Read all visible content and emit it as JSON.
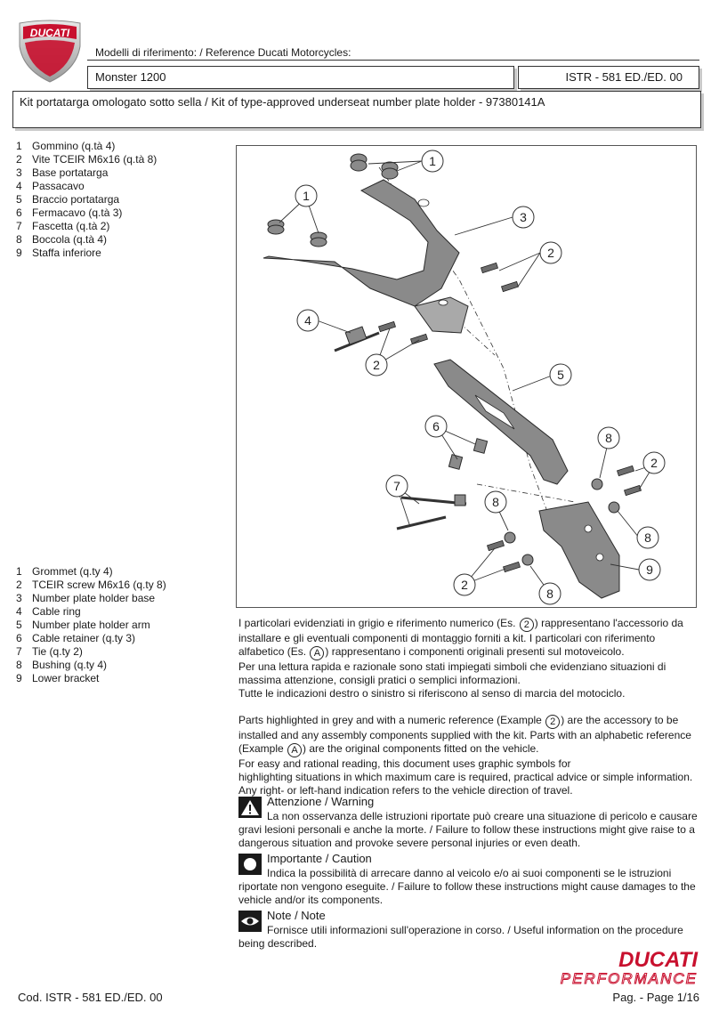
{
  "header": {
    "logo_text": "DUCATI",
    "reference_label": "Modelli di riferimento: / Reference Ducati Motorcycles:",
    "model": "Monster 1200",
    "istr": "ISTR - 581 ED./ED. 00",
    "kit_title": "Kit portatarga omologato sotto sella / Kit of type-approved underseat number plate holder  - 97380141A"
  },
  "parts_it": [
    {
      "n": "1",
      "label": "Gommino (q.tà 4)"
    },
    {
      "n": "2",
      "label": "Vite TCEIR M6x16 (q.tà 8)"
    },
    {
      "n": "3",
      "label": "Base portatarga"
    },
    {
      "n": "4",
      "label": "Passacavo"
    },
    {
      "n": "5",
      "label": "Braccio portatarga"
    },
    {
      "n": "6",
      "label": "Fermacavo (q.tà 3)"
    },
    {
      "n": "7",
      "label": "Fascetta (q.tà 2)"
    },
    {
      "n": "8",
      "label": "Boccola (q.tà 4)"
    },
    {
      "n": "9",
      "label": "Staffa inferiore"
    }
  ],
  "parts_en": [
    {
      "n": "1",
      "label": "Grommet (q.ty 4)"
    },
    {
      "n": "2",
      "label": "TCEIR screw M6x16 (q.ty 8)"
    },
    {
      "n": "3",
      "label": "Number plate holder base"
    },
    {
      "n": "4",
      "label": "Cable ring"
    },
    {
      "n": "5",
      "label": "Number plate holder arm"
    },
    {
      "n": "6",
      "label": "Cable retainer (q.ty 3)"
    },
    {
      "n": "7",
      "label": "Tie (q.ty 2)"
    },
    {
      "n": "8",
      "label": "Bushing (q.ty 4)"
    },
    {
      "n": "9",
      "label": "Lower bracket"
    }
  ],
  "figure": {
    "callouts": {
      "c1a": "1",
      "c1b": "1",
      "c3": "3",
      "c2a": "2",
      "c4": "4",
      "c2b": "2",
      "c5": "5",
      "c6": "6",
      "c8a": "8",
      "c2c": "2",
      "c7": "7",
      "c8b": "8",
      "c8c": "8",
      "c9": "9",
      "c2d": "2",
      "c8d": "8"
    }
  },
  "description": {
    "it_p1_a": "I particolari evidenziati in grigio e riferimento numerico (Es. ",
    "it_p1_num": "2",
    "it_p1_b": ") rappresentano l'accessorio da installare e gli eventuali componenti di montaggio forniti a kit. I particolari con riferimento alfabetico (Es. ",
    "it_p1_letter": "A",
    "it_p1_c": ") rappresentano i componenti originali presenti sul motoveicolo.",
    "it_p2": "Per una lettura rapida e razionale sono stati impiegati simboli che evidenziano situazioni di massima attenzione, consigli pratici o semplici informazioni.",
    "it_p3": "Tutte le indicazioni destro o sinistro si riferiscono al senso di marcia del motociclo.",
    "en_p1_a": "Parts highlighted in grey and with a numeric reference (Example ",
    "en_p1_num": "2",
    "en_p1_b": ") are the accessory to be installed and any assembly components supplied with the kit. Parts with an alphabetic reference (Example ",
    "en_p1_letter": "A",
    "en_p1_c": ") are the original components fitted on the vehicle.",
    "en_p2": "For easy and rational reading, this document uses graphic symbols for",
    "en_p3": "highlighting situations in which maximum care is required, practical advice or simple information.",
    "en_p4": "Any right- or left-hand indication refers to the vehicle direction of travel."
  },
  "notices": {
    "warning": {
      "icon": "warning-icon",
      "title": "Attenzione / Warning",
      "body": "La non osservanza delle istruzioni riportate può creare una situazione di pericolo e causare gravi lesioni personali e anche la morte. / Failure to follow these instructions might give raise to a dangerous situation and provoke severe personal injuries or even death."
    },
    "caution": {
      "icon": "caution-icon",
      "title": "Importante / Caution",
      "body": "Indica la possibilità di arrecare danno al veicolo e/o ai suoi componenti se le istruzioni riportate non vengono eseguite. / Failure to follow these instructions might cause damages to the vehicle and/or its components."
    },
    "note": {
      "icon": "eye-icon",
      "title": "Note / Note",
      "body": "Fornisce utili informazioni sull'operazione in corso. / Useful information on the procedure being described."
    }
  },
  "footer": {
    "brand_line1": "DUCATI",
    "brand_line2": "PERFORMANCE",
    "code": "Cod. ISTR - 581   ED./ED. 00",
    "page": "Pag. - Page 1/16"
  },
  "colors": {
    "brand_red": "#c8102e",
    "part_grey": "#8a8a8a"
  }
}
